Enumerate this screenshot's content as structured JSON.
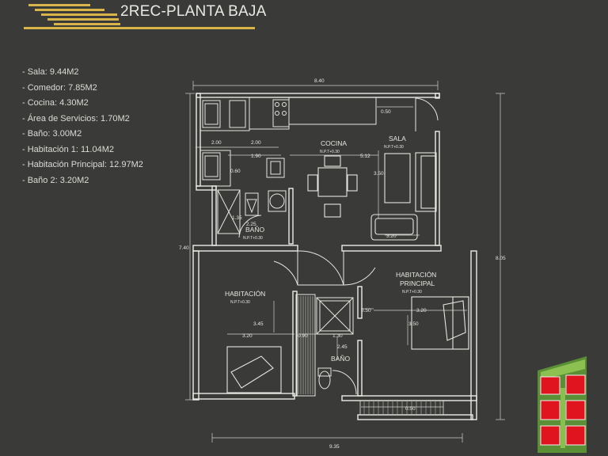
{
  "header": {
    "title": "2REC-PLANTA BAJA"
  },
  "areas": [
    "- Sala: 9.44M2",
    "- Comedor: 7.85M2",
    "- Cocina: 4.30M2",
    "- Área de Servicios: 1.70M2",
    "- Baño: 3.00M2",
    "- Habitación 1: 11.04M2",
    "- Habitación Principal: 12.97M2",
    "- Baño 2:  3.20M2"
  ],
  "plan": {
    "rooms": {
      "cocina": "COCINA",
      "sala": "SALA",
      "bano_top": "BAÑO",
      "habitacion": "HABITACIÓN",
      "hab_principal_1": "HABITACIÓN",
      "hab_principal_2": "PRINCIPAL",
      "bano_bottom": "BAÑO"
    },
    "levels": {
      "cocina": "N.P.T+0.30",
      "sala": "N.P.T+0.30",
      "bano_top": "N.P.T+0.30",
      "habitacion": "N.P.T+0.30",
      "hab_principal": "N.P.T+0.30"
    },
    "dims": {
      "top_width": "8.40",
      "bottom_width": "9.35",
      "left_height": "7.40",
      "right_height": "8.05",
      "d_200_a": "2.00",
      "d_200_b": "2.00",
      "d_190": "1.90",
      "d_512": "5.12",
      "d_050_top": "0.50",
      "d_060": "0.60",
      "d_350_sala": "3.50",
      "d_320_sala": "3.20",
      "d_225": "2.25",
      "d_135": "1.35",
      "d_345": "3.45",
      "d_320_hab": "3.20",
      "d_090": "0.90",
      "d_130": "1.30",
      "d_245": "2.45",
      "d_050_mid": "0.50",
      "d_320_hp": "3.20",
      "d_350_hp": "3.50",
      "d_050_bottom": "0.50"
    }
  },
  "colors": {
    "background": "#3a3a38",
    "accent": "#d8b44a",
    "line": "#e6e6e0",
    "site_red": "#e0141e",
    "site_green": "#6fa83c"
  }
}
